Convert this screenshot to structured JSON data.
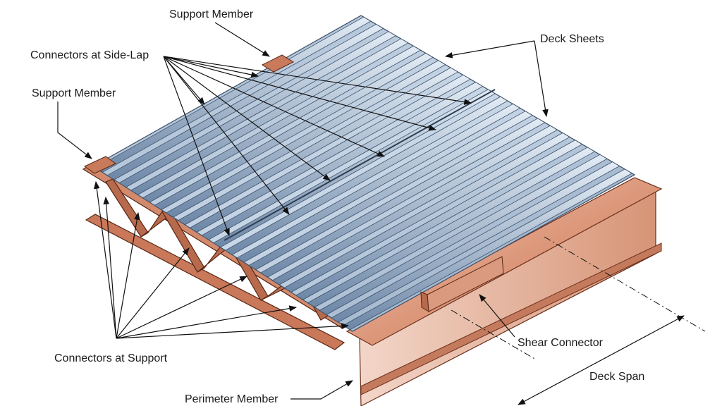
{
  "labels": {
    "support_member_top": "Support Member",
    "connectors_side_lap": "Connectors at Side-Lap",
    "support_member_left": "Support Member",
    "deck_sheets": "Deck Sheets",
    "connectors_support": "Connectors at Support",
    "shear_connector": "Shear Connector",
    "deck_span": "Deck Span",
    "perimeter_member": "Perimeter Member"
  },
  "colors": {
    "deck_light": "#b9cbe0",
    "deck_dark": "#5f7a9a",
    "steel_light": "#e8b9a6",
    "steel_dark": "#a5553a",
    "line": "#111111"
  }
}
